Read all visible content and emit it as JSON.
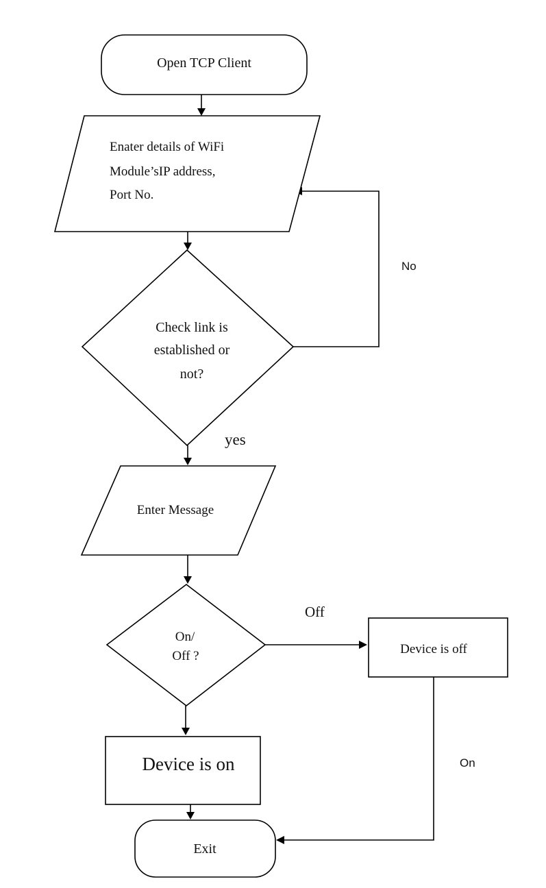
{
  "nodes": {
    "start": {
      "label": "Open TCP Client"
    },
    "enter_details": {
      "lines": [
        "Enater details of WiFi",
        "Module’sIP address,",
        "Port No."
      ]
    },
    "check_link": {
      "lines": [
        "Check link is",
        "established or",
        "not?"
      ]
    },
    "enter_message": {
      "label": "Enter Message"
    },
    "on_off": {
      "lines": [
        "On/",
        "Off ?"
      ]
    },
    "device_off": {
      "label": "Device is off"
    },
    "device_on": {
      "label": "Device is on"
    },
    "exit": {
      "label": "Exit"
    }
  },
  "edge_labels": {
    "no": "No",
    "yes": "yes",
    "off": "Off",
    "on": "On"
  },
  "colors": {
    "stroke": "#000000",
    "fill": "#ffffff",
    "text": "#111111"
  }
}
